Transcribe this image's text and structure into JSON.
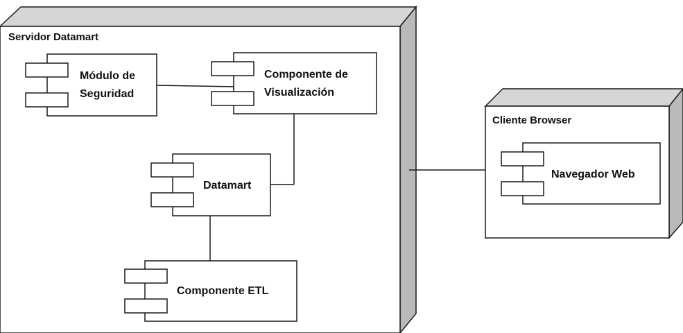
{
  "nodes": {
    "server": {
      "label": "Servidor Datamart"
    },
    "client": {
      "label": "Cliente Browser"
    }
  },
  "components": {
    "seguridad": {
      "lines": [
        "Módulo de",
        "Seguridad"
      ]
    },
    "visualizacion": {
      "lines": [
        "Componente de",
        "Visualización"
      ]
    },
    "datamart": {
      "lines": [
        "Datamart"
      ]
    },
    "etl": {
      "lines": [
        "Componente ETL"
      ]
    },
    "navegador": {
      "lines": [
        "Navegador Web"
      ]
    }
  },
  "colors": {
    "stroke": "#1a1a1a",
    "node_side": "#b9b9b9",
    "node_top": "#d6d6d6",
    "background": "#ffffff"
  }
}
